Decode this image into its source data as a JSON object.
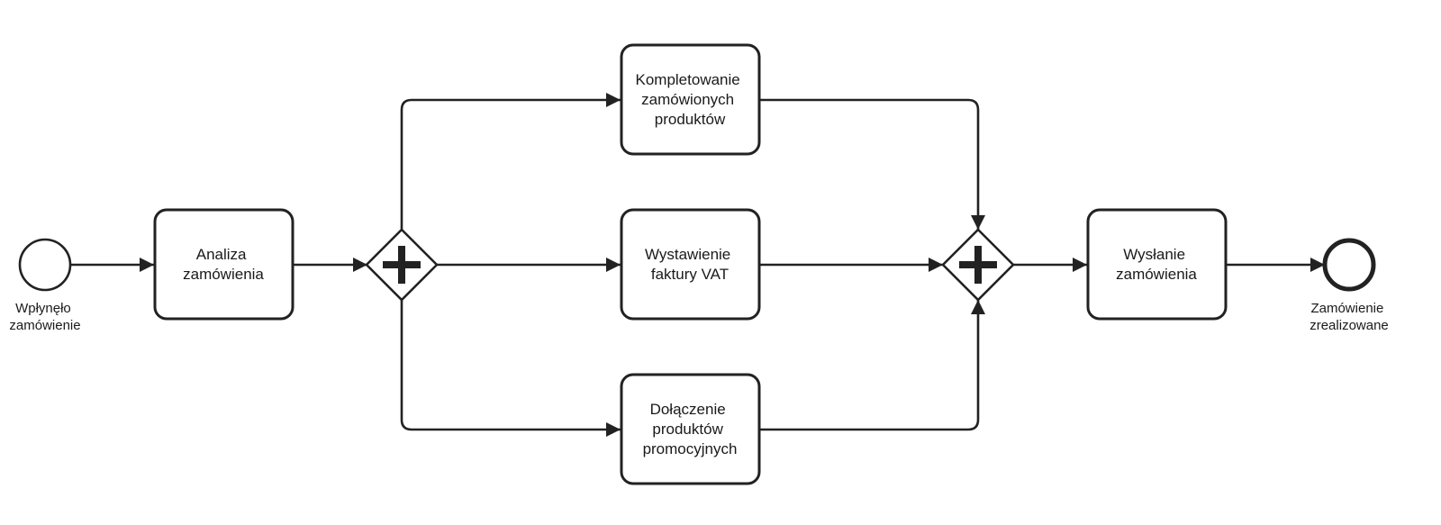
{
  "diagram": {
    "type": "BPMN process",
    "stroke_color": "#222222",
    "start_event": {
      "label_lines": [
        "Wpłynęło",
        "zamówienie"
      ]
    },
    "end_event": {
      "label_lines": [
        "Zamówienie",
        "zrealizowane"
      ]
    },
    "tasks": {
      "analiza": {
        "lines": [
          "Analiza",
          "zamówienia"
        ]
      },
      "kompletowanie": {
        "lines": [
          "Kompletowanie",
          "zamówionych",
          "produktów"
        ]
      },
      "wystawienie": {
        "lines": [
          "Wystawienie",
          "faktury VAT"
        ]
      },
      "dolaczenie": {
        "lines": [
          "Dołączenie",
          "produktów",
          "promocyjnych"
        ]
      },
      "wyslanie": {
        "lines": [
          "Wysłanie",
          "zamówienia"
        ]
      }
    },
    "gateways": {
      "split": {
        "kind": "parallel",
        "icon": "plus-icon"
      },
      "join": {
        "kind": "parallel",
        "icon": "plus-icon"
      }
    },
    "flows": [
      [
        "start",
        "analiza"
      ],
      [
        "analiza",
        "split"
      ],
      [
        "split",
        "kompletowanie"
      ],
      [
        "split",
        "wystawienie"
      ],
      [
        "split",
        "dolaczenie"
      ],
      [
        "kompletowanie",
        "join"
      ],
      [
        "wystawienie",
        "join"
      ],
      [
        "dolaczenie",
        "join"
      ],
      [
        "join",
        "wyslanie"
      ],
      [
        "wyslanie",
        "end"
      ]
    ]
  }
}
